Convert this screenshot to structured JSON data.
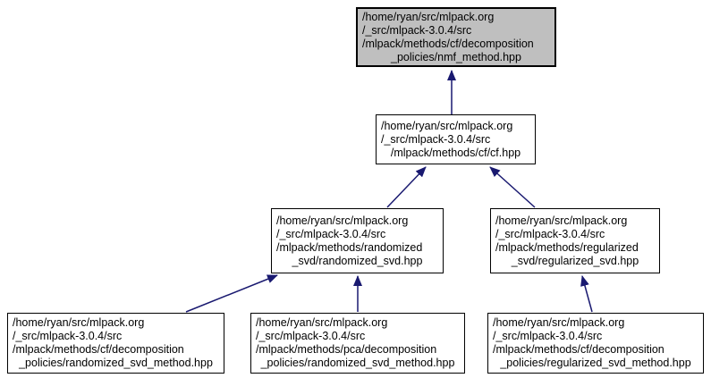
{
  "diagram": {
    "kind": "include-dependency-graph",
    "colors": {
      "background": "#ffffff",
      "arrow": "#191970",
      "border": "#000000",
      "node_fill": "#ffffff",
      "highlight_fill": "#bfbfbf",
      "text": "#000000"
    },
    "nodes": [
      {
        "id": "nmf_method",
        "highlighted": true,
        "lines": [
          "/home/ryan/src/mlpack.org",
          "/_src/mlpack-3.0.4/src",
          "/mlpack/methods/cf/decomposition",
          "_policies/nmf_method.hpp"
        ]
      },
      {
        "id": "cf",
        "highlighted": false,
        "lines": [
          "/home/ryan/src/mlpack.org",
          "/_src/mlpack-3.0.4/src",
          "/mlpack/methods/cf/cf.hpp"
        ]
      },
      {
        "id": "randomized_svd",
        "highlighted": false,
        "lines": [
          "/home/ryan/src/mlpack.org",
          "/_src/mlpack-3.0.4/src",
          "/mlpack/methods/randomized",
          "_svd/randomized_svd.hpp"
        ]
      },
      {
        "id": "regularized_svd",
        "highlighted": false,
        "lines": [
          "/home/ryan/src/mlpack.org",
          "/_src/mlpack-3.0.4/src",
          "/mlpack/methods/regularized",
          "_svd/regularized_svd.hpp"
        ]
      },
      {
        "id": "cf_randomized_svd_method",
        "highlighted": false,
        "lines": [
          "/home/ryan/src/mlpack.org",
          "/_src/mlpack-3.0.4/src",
          "/mlpack/methods/cf/decomposition",
          "_policies/randomized_svd_method.hpp"
        ]
      },
      {
        "id": "pca_randomized_svd_method",
        "highlighted": false,
        "lines": [
          "/home/ryan/src/mlpack.org",
          "/_src/mlpack-3.0.4/src",
          "/mlpack/methods/pca/decomposition",
          "_policies/randomized_svd_method.hpp"
        ]
      },
      {
        "id": "cf_regularized_svd_method",
        "highlighted": false,
        "lines": [
          "/home/ryan/src/mlpack.org",
          "/_src/mlpack-3.0.4/src",
          "/mlpack/methods/cf/decomposition",
          "_policies/regularized_svd_method.hpp"
        ]
      }
    ],
    "edges": [
      {
        "from": "cf",
        "to": "nmf_method"
      },
      {
        "from": "randomized_svd",
        "to": "cf"
      },
      {
        "from": "regularized_svd",
        "to": "cf"
      },
      {
        "from": "cf_randomized_svd_method",
        "to": "randomized_svd"
      },
      {
        "from": "pca_randomized_svd_method",
        "to": "randomized_svd"
      },
      {
        "from": "cf_regularized_svd_method",
        "to": "regularized_svd"
      }
    ]
  }
}
